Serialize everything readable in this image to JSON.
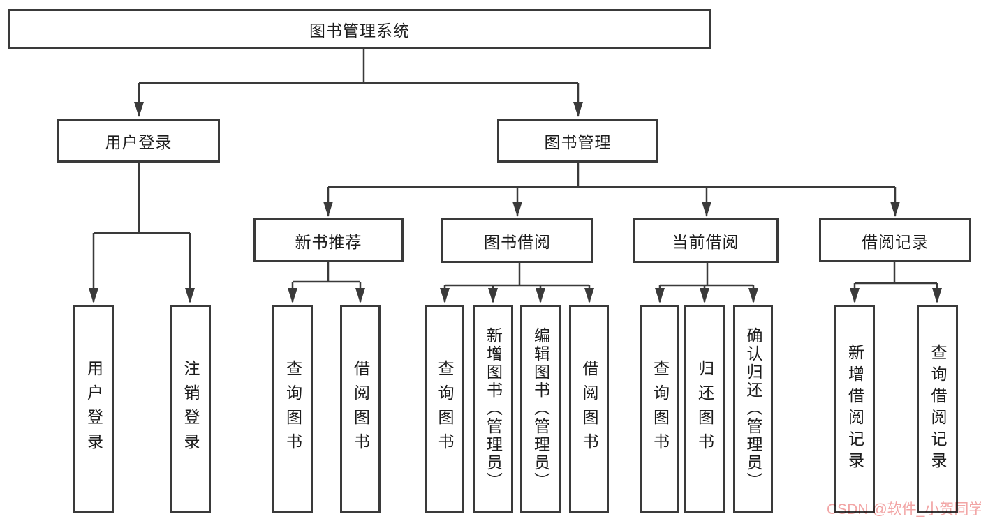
{
  "tree": {
    "label": "图书管理系统",
    "children": [
      {
        "label": "用户登录",
        "children": [
          {
            "label": "用户登录"
          },
          {
            "label": "注销登录"
          }
        ]
      },
      {
        "label": "图书管理",
        "children": [
          {
            "label": "新书推荐",
            "children": [
              {
                "label": "查询图书"
              },
              {
                "label": "借阅图书"
              }
            ]
          },
          {
            "label": "图书借阅",
            "children": [
              {
                "label": "查询图书"
              },
              {
                "label": "新增图书（管理员）"
              },
              {
                "label": "编辑图书（管理员）"
              },
              {
                "label": "借阅图书"
              }
            ]
          },
          {
            "label": "当前借阅",
            "children": [
              {
                "label": "查询图书"
              },
              {
                "label": "归还图书"
              },
              {
                "label": "确认归还（管理员）"
              }
            ]
          },
          {
            "label": "借阅记录",
            "children": [
              {
                "label": "新增借阅记录"
              },
              {
                "label": "查询借阅记录"
              }
            ]
          }
        ]
      }
    ]
  },
  "watermark": {
    "text": "CSDN @软件_小贺同学"
  },
  "colors": {
    "line": "#3a3a3a",
    "box_border": "#3a3a3a",
    "text": "#1c1c1c",
    "watermark": "#f2a5a5",
    "background": "#ffffff"
  }
}
